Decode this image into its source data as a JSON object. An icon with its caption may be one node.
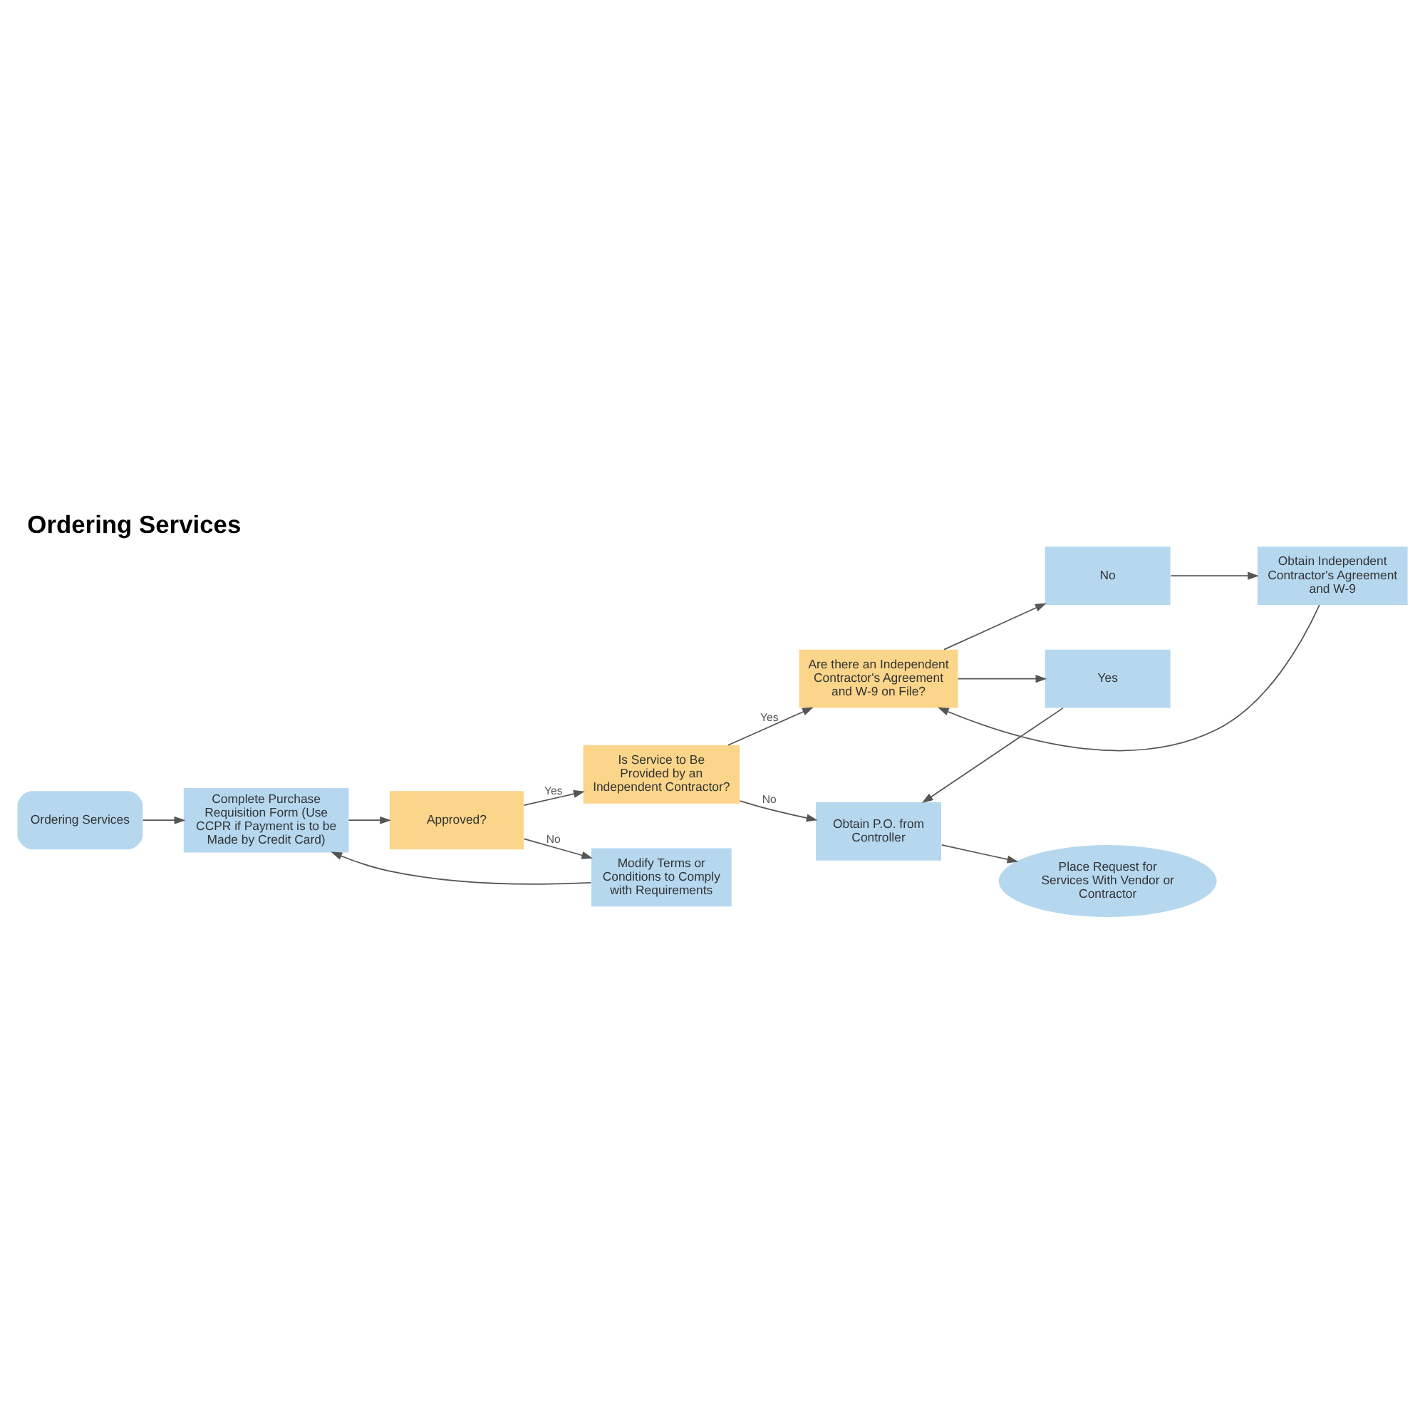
{
  "diagram": {
    "title": "Ordering Services",
    "nodes": [
      {
        "text": [
          "Ordering Services"
        ]
      },
      {
        "text": [
          "Complete Purchase Requisition Form (Use CCPR if Payment is to be Made by Credit Card)"
        ]
      },
      {
        "text": [
          "Approved?"
        ]
      },
      {
        "text": [
          "Is Service to Be Provided by an Independent Contractor?"
        ]
      },
      {
        "text": [
          "Modify Terms or Conditions to Comply with Requirements"
        ]
      },
      {
        "text": [
          "Are there an Independent Contractor's Agreement and W-9 on File?"
        ]
      },
      {
        "text": [
          "Obtain P.O. from Controller"
        ]
      },
      {
        "text": [
          "Place Request for Services With Vendor or Contractor"
        ]
      },
      {
        "text": [
          "No"
        ]
      },
      {
        "text": [
          "Yes"
        ]
      },
      {
        "text": [
          "Obtain Independent Contractor's Agreement and W-9"
        ]
      }
    ],
    "edges": [
      {
        "from": 0,
        "to": 1,
        "arrow": "to"
      },
      {
        "from": 1,
        "to": 2,
        "arrow": "to"
      },
      {
        "from": 2,
        "to": 3,
        "arrow": "to",
        "label": "Yes"
      },
      {
        "from": 2,
        "to": 4,
        "arrow": "to",
        "label": "No"
      },
      {
        "from": 4,
        "to": 1,
        "arrow": "to"
      },
      {
        "from": 3,
        "to": 5,
        "arrow": "to",
        "label": "Yes"
      },
      {
        "from": 3,
        "to": 6,
        "arrow": "to",
        "label": "No"
      },
      {
        "from": 6,
        "to": 7,
        "arrow": "to"
      },
      {
        "from": 5,
        "to": 8,
        "arrow": "to"
      },
      {
        "from": 5,
        "to": 9,
        "arrow": "to"
      },
      {
        "from": 8,
        "to": 10,
        "arrow": "to"
      },
      {
        "from": 10,
        "to": 5,
        "arrow": "to"
      },
      {
        "from": 9,
        "to": 6,
        "arrow": "to"
      }
    ]
  }
}
